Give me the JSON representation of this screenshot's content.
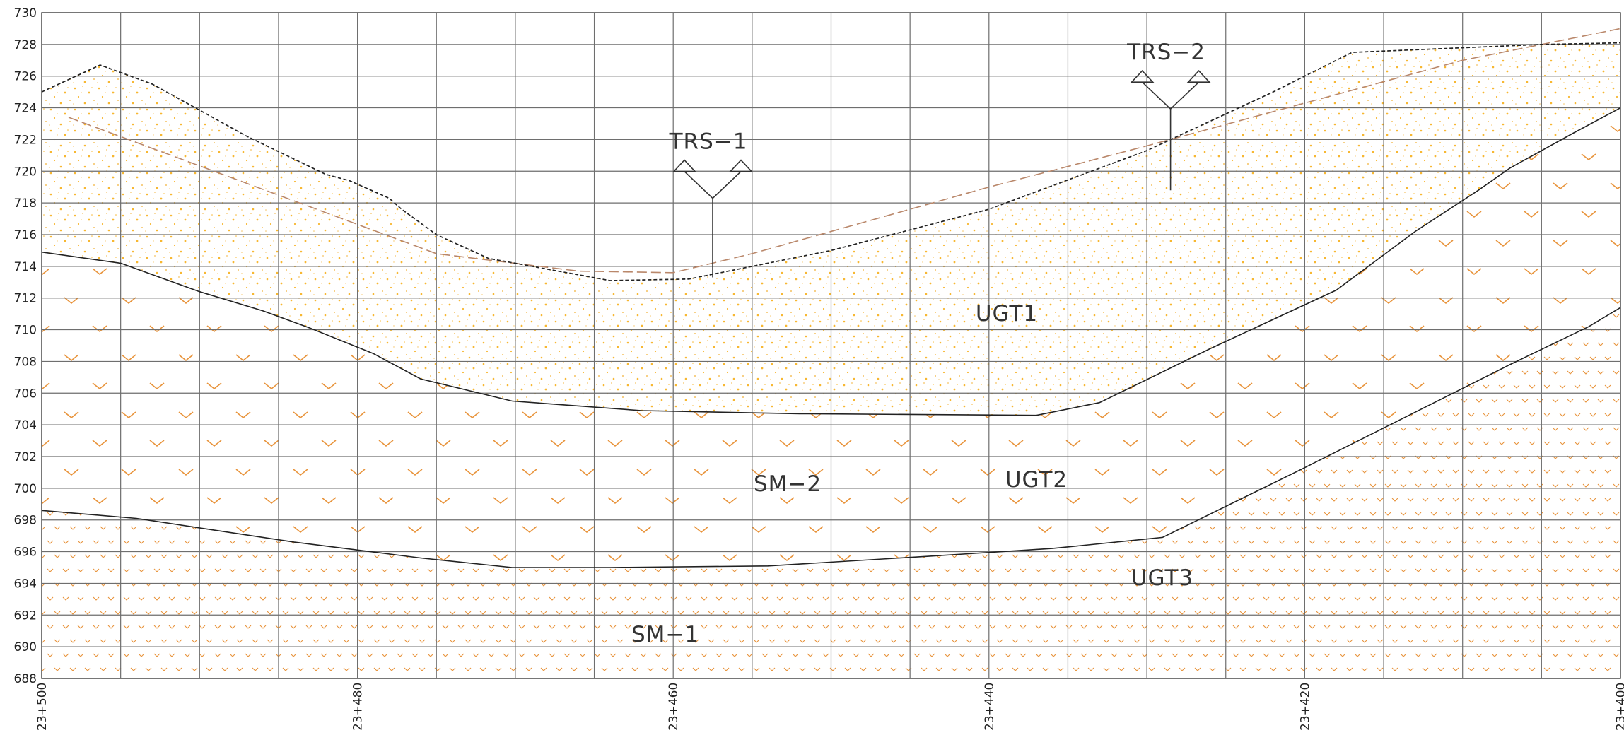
{
  "section": {
    "y_axis": {
      "min": 688,
      "max": 730,
      "step": 2,
      "tick_labels": [
        "688",
        "690",
        "692",
        "694",
        "696",
        "698",
        "700",
        "702",
        "704",
        "706",
        "708",
        "710",
        "712",
        "714",
        "716",
        "718",
        "720",
        "722",
        "724",
        "726",
        "728",
        "730"
      ]
    },
    "x_axis": {
      "chainage_labels": [
        "23+500",
        "23+480",
        "23+460",
        "23+440",
        "23+420",
        "23+400"
      ],
      "chainage_values": [
        500,
        480,
        460,
        440,
        420,
        400
      ]
    },
    "labels": {
      "trs1": "TRS−1",
      "trs2": "TRS−2",
      "ugt1": "UGT1",
      "ugt2": "UGT2",
      "ugt3": "UGT3",
      "sm2": "SM−2",
      "sm1": "SM−1"
    },
    "colors": {
      "ugt1_fill": "#f7b731",
      "ugt2_hatch": "#e8933a",
      "ugt3_hatch": "#e8933a",
      "grid": "#6e6e6e",
      "design_line": "#b9876a",
      "ground_line": "#222222"
    },
    "profiles": {
      "ground_surface": [
        [
          500,
          725.0
        ],
        [
          496.3,
          726.7
        ],
        [
          493,
          725.5
        ],
        [
          487,
          722.2
        ],
        [
          482,
          719.8
        ],
        [
          480.5,
          719.4
        ],
        [
          478,
          718.3
        ],
        [
          477.2,
          717.6
        ],
        [
          475,
          716.0
        ],
        [
          471.7,
          714.5
        ],
        [
          464,
          713.1
        ],
        [
          459,
          713.2
        ],
        [
          450,
          715.0
        ],
        [
          440,
          717.6
        ],
        [
          430,
          721.3
        ],
        [
          422,
          725.0
        ],
        [
          417,
          727.5
        ],
        [
          405,
          728.0
        ],
        [
          400,
          728.1
        ]
      ],
      "design_grade": [
        [
          498.3,
          723.4
        ],
        [
          475,
          714.8
        ],
        [
          466,
          713.7
        ],
        [
          460,
          713.6
        ],
        [
          455,
          714.8
        ],
        [
          440,
          719.0
        ],
        [
          430,
          721.6
        ],
        [
          410,
          727.0
        ],
        [
          400,
          729.0
        ]
      ],
      "ugt1_base": [
        [
          500,
          714.9
        ],
        [
          495,
          714.2
        ],
        [
          490,
          712.4
        ],
        [
          486,
          711.2
        ],
        [
          483,
          710.1
        ],
        [
          479,
          708.5
        ],
        [
          476,
          706.9
        ],
        [
          470.2,
          705.5
        ],
        [
          462,
          704.9
        ],
        [
          452,
          704.7
        ],
        [
          437,
          704.6
        ],
        [
          433,
          705.4
        ],
        [
          426,
          708.8
        ],
        [
          418,
          712.5
        ],
        [
          413,
          716.2
        ],
        [
          409,
          718.8
        ],
        [
          407,
          720.2
        ],
        [
          403,
          722.4
        ],
        [
          400,
          724.0
        ]
      ],
      "ugt2_base": [
        [
          500,
          698.6
        ],
        [
          494,
          698.1
        ],
        [
          488,
          697.2
        ],
        [
          484,
          696.6
        ],
        [
          476,
          695.6
        ],
        [
          470.2,
          695.0
        ],
        [
          464,
          695.0
        ],
        [
          454,
          695.1
        ],
        [
          444,
          695.7
        ],
        [
          436,
          696.2
        ],
        [
          429,
          696.9
        ],
        [
          420,
          701.3
        ],
        [
          413,
          704.8
        ],
        [
          407,
          707.8
        ],
        [
          402,
          710.2
        ],
        [
          400,
          711.4
        ]
      ],
      "trs1": {
        "chainage": 457.5,
        "ground": 713.3
      },
      "trs2": {
        "chainage": 428.5,
        "ground": 718.8
      }
    }
  }
}
